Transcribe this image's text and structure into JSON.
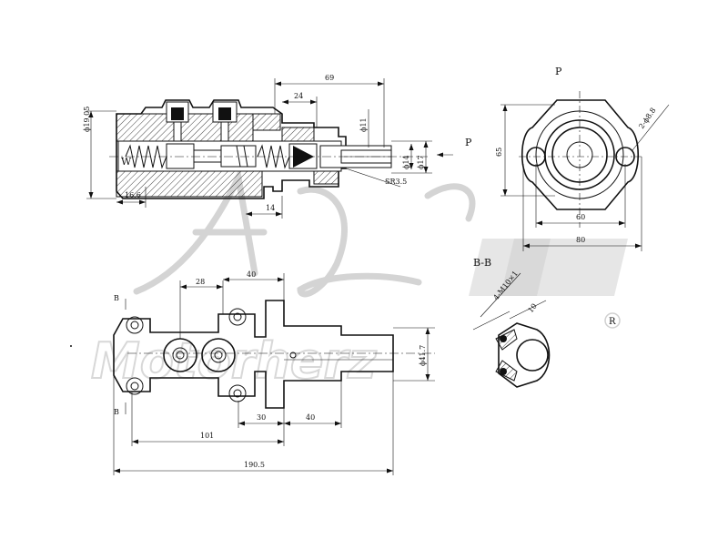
{
  "drawing": {
    "section_view": {
      "dims": {
        "d_19_05": "ϕ19.05",
        "d_69": "69",
        "d_24": "24",
        "d_11": "ϕ11",
        "d_14_dia": "ϕ14",
        "d_17": "ϕ17",
        "d_16_6": "16.6",
        "d_14": "14",
        "sr": "SR3.5"
      },
      "spring_letter": "W",
      "arrow_label": "P"
    },
    "end_view": {
      "title": "P",
      "dims": {
        "d_65": "65",
        "d_60": "60",
        "d_80": "80",
        "holes": "2-ϕ8.8"
      }
    },
    "top_view": {
      "section_mark": "B",
      "dims": {
        "d_28": "28",
        "d_40_top": "40",
        "d_101": "101",
        "d_30": "30",
        "d_40": "40",
        "d_190_5": "190.5",
        "d_41_7": "ϕ41.7"
      }
    },
    "bb_view": {
      "title": "B-B",
      "dims": {
        "thread": "4-M10×1",
        "d_10": "10"
      }
    },
    "watermark": {
      "text": "Motorherz",
      "registered": "R"
    }
  }
}
